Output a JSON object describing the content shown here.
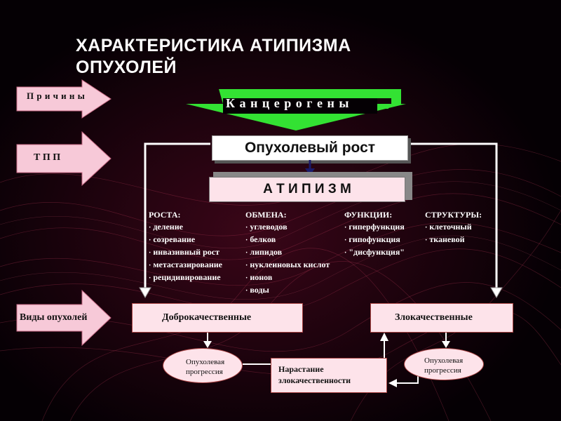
{
  "title": "ХАРАКТЕРИСТИКА  АТИПИЗМА ОПУХОЛЕЙ",
  "arrows": {
    "causes": "П р и ч и н ы",
    "tpp": "Т  П  П",
    "tumor_types": "Виды опухолей"
  },
  "carcinogens": "К а н ц е р о г е н ы",
  "tumor_growth": "Опухолевый  рост",
  "atypism": "А   Т   И   П   И   З   М",
  "columns": [
    {
      "header": "РОСТА:",
      "items": [
        "деление",
        "созревание",
        "инвазивный рост",
        "метастазирование",
        "рецидивирование"
      ]
    },
    {
      "header": "ОБМЕНА:",
      "items": [
        "углеводов",
        "белков",
        "липидов",
        "нуклеиновых кислот",
        "ионов",
        "воды"
      ]
    },
    {
      "header": "ФУНКЦИИ:",
      "items": [
        "гиперфункция",
        "гипофункция",
        "\"дисфункция\""
      ]
    },
    {
      "header": "СТРУКТУРЫ:",
      "items": [
        "клеточный",
        "тканевой"
      ]
    }
  ],
  "benign": "Доброкачественные",
  "malignant": "Злокачественные",
  "progression_left": "Опухолевая прогрессия",
  "progression_right": "Опухолевая прогрессия",
  "malignancy_growth": "Нарастание злокачественности",
  "colors": {
    "arrow_fill": "#f7c9d8",
    "green_frame": "#33e233",
    "box_fill": "#fde3ea"
  }
}
